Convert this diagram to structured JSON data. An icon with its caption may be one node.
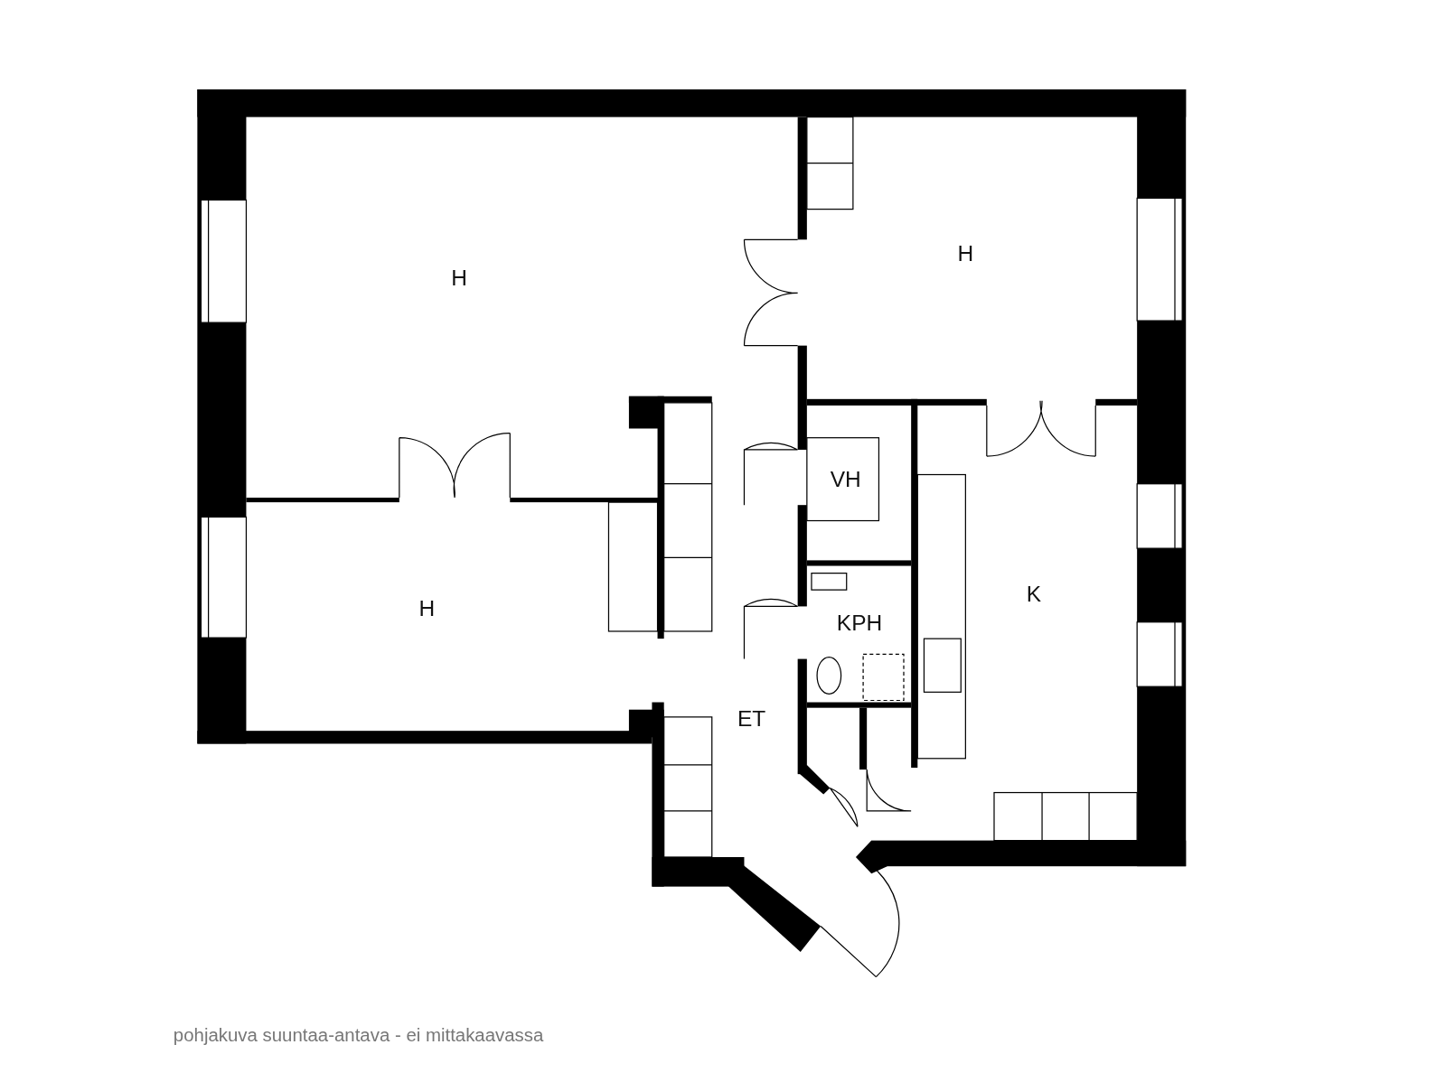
{
  "diagram": {
    "caption": "pohjakuva suuntaa-antava - ei mittakaavassa",
    "labels": [
      "H",
      "H",
      "H",
      "VH",
      "KPH",
      "K",
      "ET"
    ]
  }
}
